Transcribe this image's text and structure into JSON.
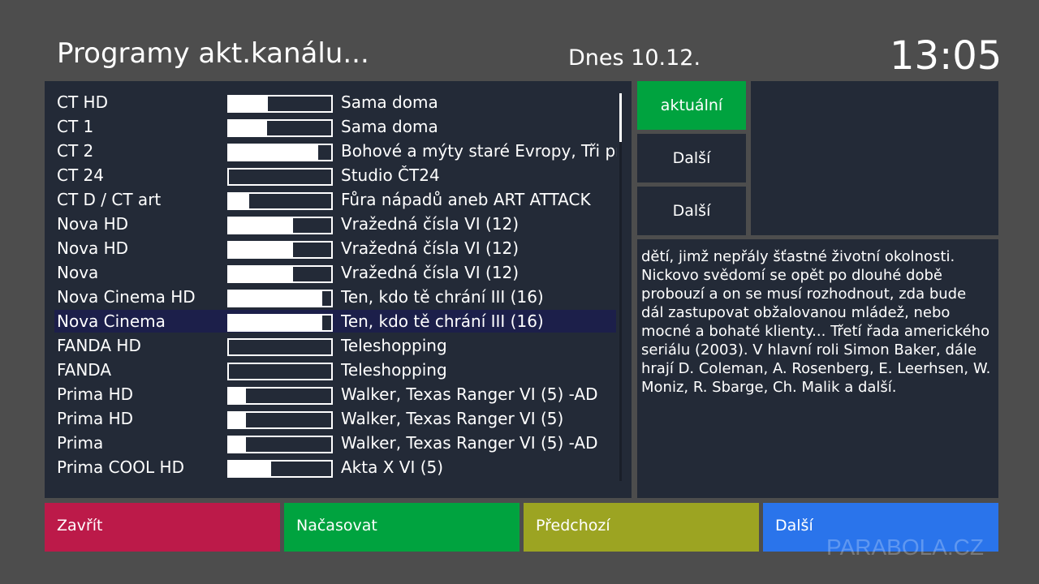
{
  "header": {
    "title": "Programy akt.kanálu...",
    "date": "Dnes 10.12.",
    "time": "13:05"
  },
  "channels": [
    {
      "name": "CT HD",
      "progress": 0.38,
      "program": "Sama doma"
    },
    {
      "name": "CT 1",
      "progress": 0.37,
      "program": "Sama doma"
    },
    {
      "name": "CT 2",
      "progress": 0.87,
      "program": "Bohové a mýty staré Evropy, Tři pru"
    },
    {
      "name": "CT 24",
      "progress": 0.0,
      "program": "Studio ČT24"
    },
    {
      "name": "CT D / CT art",
      "progress": 0.2,
      "program": "Fůra nápadů aneb ART ATTACK"
    },
    {
      "name": "Nova HD",
      "progress": 0.63,
      "program": "Vražedná čísla VI (12)"
    },
    {
      "name": "Nova HD",
      "progress": 0.63,
      "program": "Vražedná čísla VI (12)"
    },
    {
      "name": "Nova",
      "progress": 0.63,
      "program": "Vražedná čísla VI (12)"
    },
    {
      "name": "Nova Cinema HD",
      "progress": 0.91,
      "program": "Ten, kdo tě chrání III (16)"
    },
    {
      "name": "Nova Cinema",
      "progress": 0.91,
      "program": "Ten, kdo tě chrání III (16)"
    },
    {
      "name": "FANDA HD",
      "progress": 0.0,
      "program": "Teleshopping"
    },
    {
      "name": "FANDA",
      "progress": 0.0,
      "program": "Teleshopping"
    },
    {
      "name": "Prima HD",
      "progress": 0.17,
      "program": "Walker, Texas Ranger VI (5) -AD"
    },
    {
      "name": "Prima HD",
      "progress": 0.17,
      "program": "Walker, Texas Ranger VI (5)"
    },
    {
      "name": "Prima",
      "progress": 0.17,
      "program": "Walker, Texas Ranger VI (5) -AD"
    },
    {
      "name": "Prima COOL HD",
      "progress": 0.41,
      "program": "Akta X VI (5)"
    }
  ],
  "selected_index": 9,
  "side_buttons": {
    "current": "aktuální",
    "next1": "Další",
    "next2": "Další"
  },
  "description": "dětí, jimž nepřály šťastné životní okolnosti. Nickovo svědomí se opět po dlouhé době probouzí a on se musí rozhodnout, zda bude dál zastupovat obžalovanou mládež, nebo mocné a bohaté klienty... Třetí řada amerického seriálu (2003). V hlavní roli Simon Baker, dále hrají D. Coleman, A. Rosenberg, E. Leerhsen, W. Moniz, R. Sbarge, Ch. Malik a další.",
  "color_buttons": {
    "close": "Zavřít",
    "record": "Načasovat",
    "prev": "Předchozí",
    "next": "Další"
  },
  "colors": {
    "red": "#bc1a49",
    "green": "#00a33f",
    "yellow": "#9ca422",
    "blue": "#2a74eb",
    "panel": "#232a37",
    "selected_row": "#1c1f4a"
  },
  "watermark": "PARABOLA.CZ"
}
